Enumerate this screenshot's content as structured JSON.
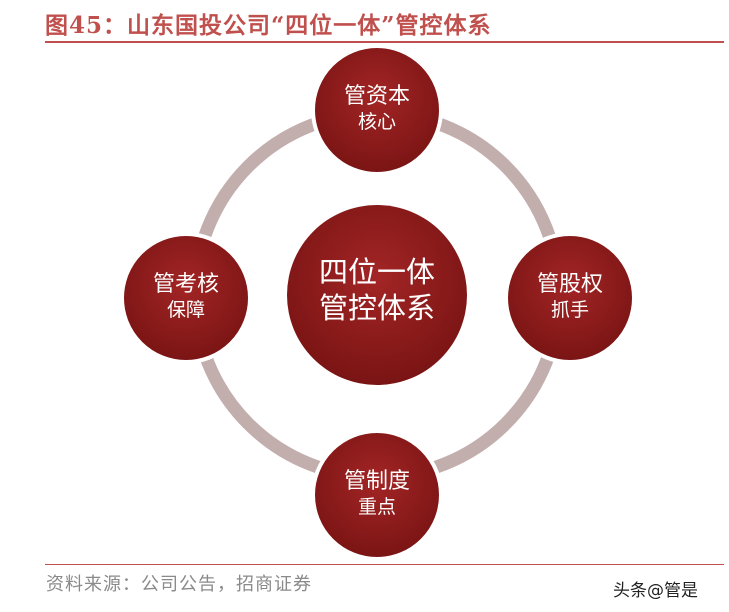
{
  "title": "图45：山东国投公司“四位一体”管控体系",
  "center": {
    "line1": "四位一体",
    "line2": "管控体系"
  },
  "nodes": {
    "top": {
      "line1": "管资本",
      "line2": "核心"
    },
    "right": {
      "line1": "管股权",
      "line2": "抓手"
    },
    "bottom": {
      "line1": "管制度",
      "line2": "重点"
    },
    "left": {
      "line1": "管考核",
      "line2": "保障"
    }
  },
  "source": "资料来源：公司公告，招商证券",
  "watermark": "头条@管是",
  "colors": {
    "accent": "#c0504d",
    "node": "#8b1b1b",
    "ring": "#c3aeae"
  }
}
